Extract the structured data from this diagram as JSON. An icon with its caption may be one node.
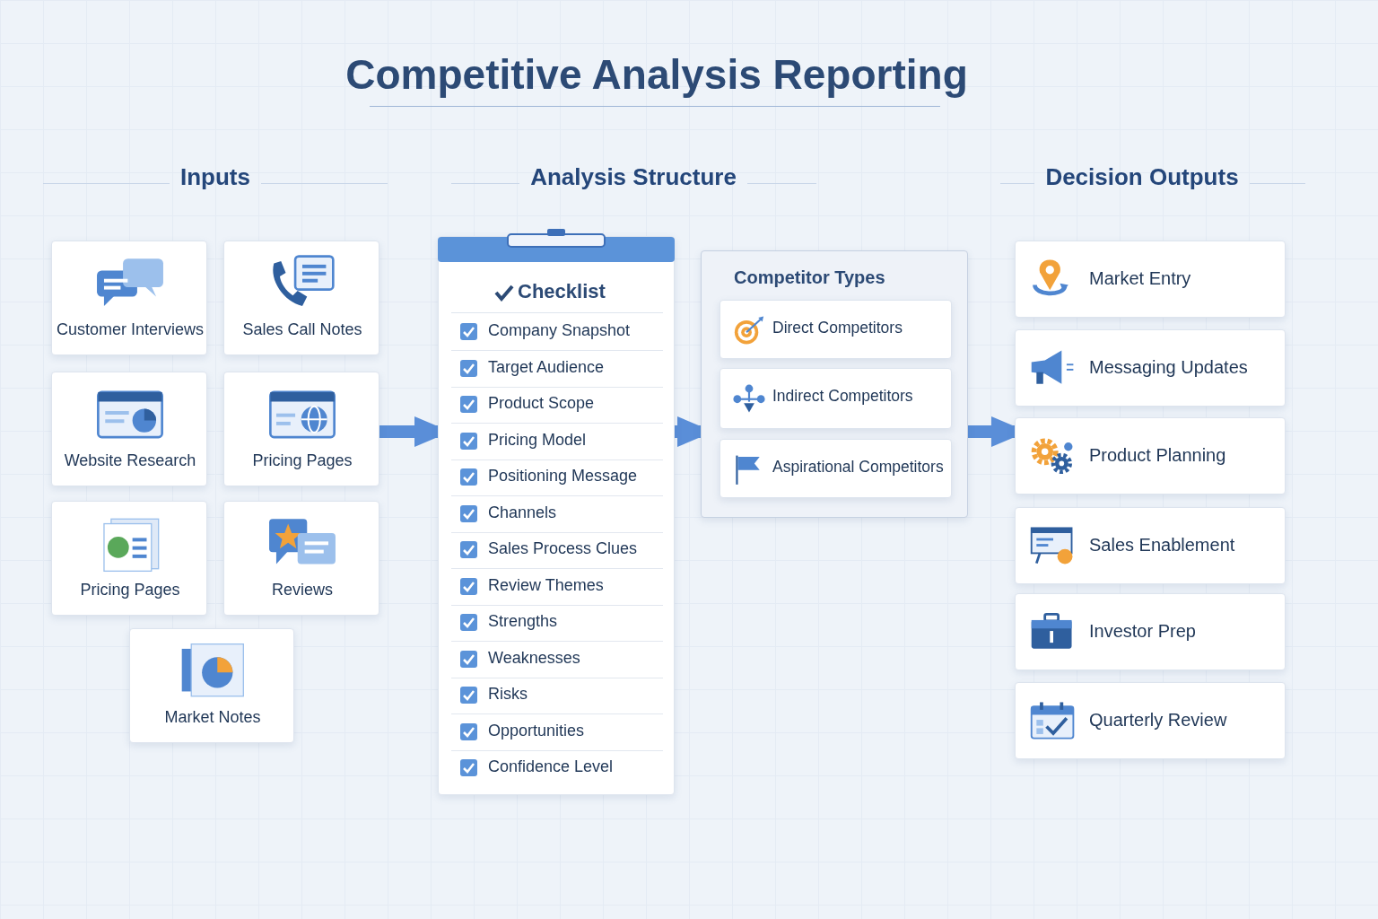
{
  "diagram": {
    "title": "Competitive Analysis Reporting",
    "nodes": [
      {
        "text": [
          "Customer Interviews"
        ]
      },
      {
        "text": [
          "Sales Call Notes"
        ]
      },
      {
        "text": [
          "Website Research"
        ]
      },
      {
        "text": [
          "Pricing Pages"
        ]
      },
      {
        "text": [
          "Pricing Pages"
        ]
      },
      {
        "text": [
          "Reviews"
        ]
      },
      {
        "text": [
          "Market Notes"
        ]
      },
      {
        "text": [
          "Checklist",
          "Company Snapshot",
          "Target Audience",
          "Product Scope",
          "Pricing Model",
          "Positioning Message",
          "Channels",
          "Sales Process Clues",
          "Review Themes",
          "Strengths",
          "Weaknesses",
          "Risks",
          "Opportunities",
          "Confidence Level"
        ]
      },
      {
        "text": [
          "Competitor Types"
        ]
      },
      {
        "text": [
          "Direct Competitors"
        ],
        "in": 8
      },
      {
        "text": [
          "Indirect Competitors"
        ],
        "in": 8
      },
      {
        "text": [
          "Aspirational Competitors"
        ],
        "in": 8
      },
      {
        "text": [
          "Market Entry"
        ]
      },
      {
        "text": [
          "Messaging Updates"
        ]
      },
      {
        "text": [
          "Product Planning"
        ]
      },
      {
        "text": [
          "Sales Enablement"
        ]
      },
      {
        "text": [
          "Investor Prep"
        ]
      },
      {
        "text": [
          "Quarterly Review"
        ]
      }
    ],
    "edges": [
      {
        "from": 3,
        "to": 7,
        "arrow": "to"
      },
      {
        "from": 7,
        "to": 8,
        "arrow": "to"
      },
      {
        "from": 8,
        "to": 14,
        "arrow": "to"
      }
    ],
    "labels": [
      "Inputs",
      "Analysis Structure",
      "Decision Outputs"
    ]
  }
}
